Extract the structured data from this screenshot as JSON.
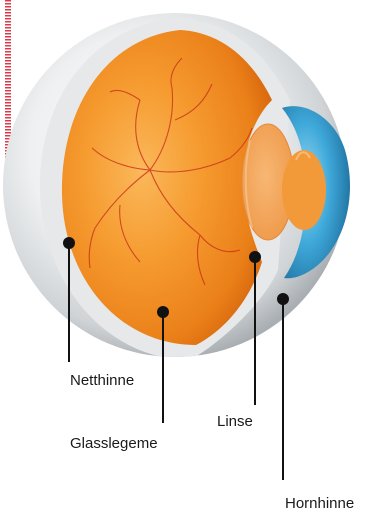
{
  "labels": {
    "retina": "Netthinne",
    "vitreous": "Glasslegeme",
    "lens": "Linse",
    "cornea": "Hornhinne"
  },
  "colors": {
    "vitreous": "#f08a1f",
    "cornea": "#2f9bd0",
    "sclera": "#d9dde0",
    "vessels": "#c8321a",
    "pointer": "#111111",
    "accent_stripe": "#d93a4a"
  }
}
